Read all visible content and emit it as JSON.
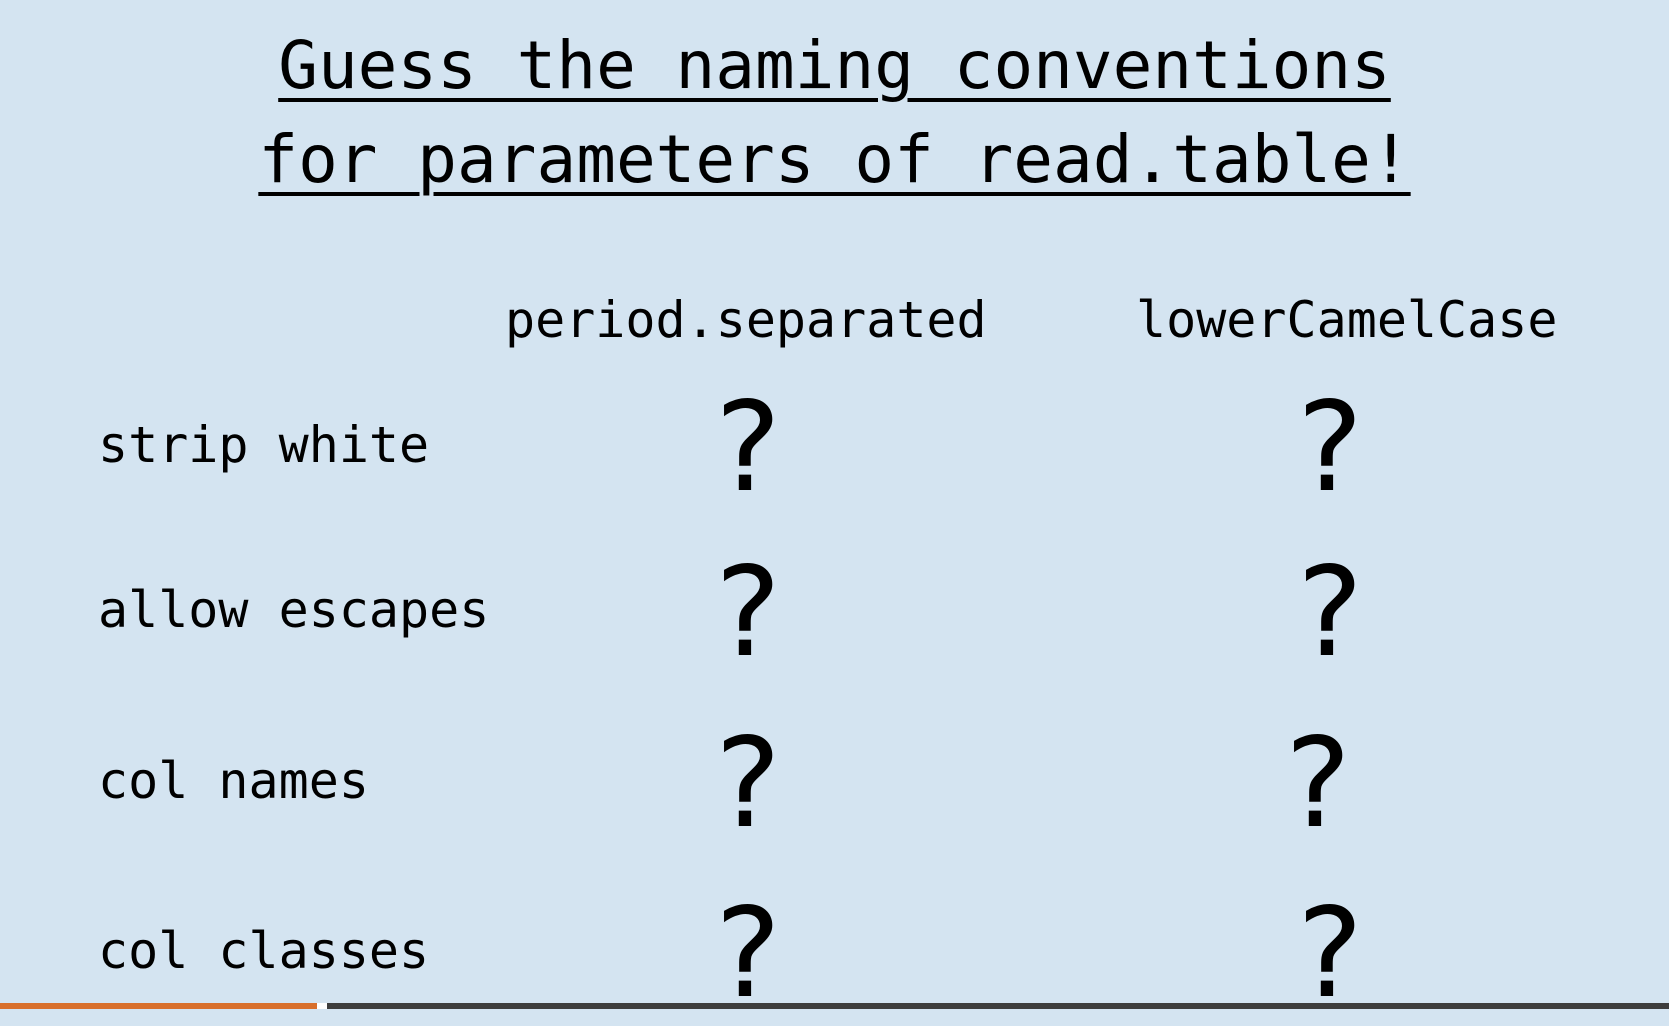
{
  "slide": {
    "title_line_1": "Guess the naming conventions",
    "title_line_2": "for parameters of read.table!",
    "columns": [
      "period.separated",
      "lowerCamelCase"
    ],
    "rows": [
      {
        "label": "strip white",
        "cells": [
          "?",
          "?"
        ]
      },
      {
        "label": "allow escapes",
        "cells": [
          "?",
          "?"
        ]
      },
      {
        "label": "col names",
        "cells": [
          "?",
          "?"
        ]
      },
      {
        "label": "col classes",
        "cells": [
          "?",
          "?"
        ]
      }
    ]
  },
  "progress": {
    "fraction": 0.19,
    "fill_color": "#d86f2c",
    "track_color": "#3d3d3d"
  },
  "colors": {
    "background": "#d4e4f1",
    "text": "#000000"
  }
}
